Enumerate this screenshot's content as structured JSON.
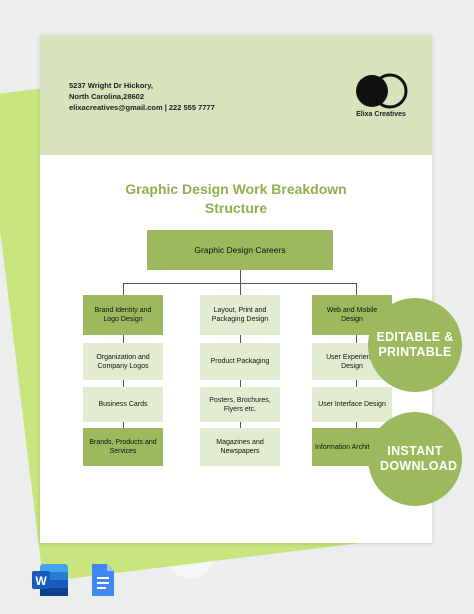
{
  "header": {
    "address_line1": "5237 Wright Dr Hickory,",
    "address_line2": "North Carolina,28602",
    "contact": "elixacreatives@gmail.com | 222 555 7777",
    "company_name": "Elixa Creatives"
  },
  "document": {
    "title_line1": "Graphic Design Work Breakdown",
    "title_line2": "Structure"
  },
  "chart": {
    "root": "Graphic Design Careers",
    "columns": [
      {
        "items": [
          {
            "label": "Brand Identity and Logo Design",
            "style": "dark"
          },
          {
            "label": "Organization and Company Logos",
            "style": "light"
          },
          {
            "label": "Business Cards",
            "style": "light"
          },
          {
            "label": "Brands, Products and Services",
            "style": "dark"
          }
        ]
      },
      {
        "items": [
          {
            "label": "Layout, Print and Packaging Design",
            "style": "light"
          },
          {
            "label": "Product Packaging",
            "style": "light"
          },
          {
            "label": "Posters, Brochures, Flyers etc.",
            "style": "light"
          },
          {
            "label": "Magazines and Newspapers",
            "style": "light"
          }
        ]
      },
      {
        "items": [
          {
            "label": "Web and Mobile Design",
            "style": "dark"
          },
          {
            "label": "User Experience Design",
            "style": "light"
          },
          {
            "label": "User Interface Design",
            "style": "light"
          },
          {
            "label": "Information Architecture",
            "style": "dark"
          }
        ]
      }
    ]
  },
  "badges": {
    "editable": "EDITABLE & PRINTABLE",
    "instant": "INSTANT DOWNLOAD"
  },
  "colors": {
    "accent": "#9cba5d",
    "header_bg": "#d6e3bc",
    "light_box": "#e2ecd0",
    "back_sheet": "#c8e57e"
  },
  "icons": [
    "word-icon",
    "google-docs-icon"
  ]
}
